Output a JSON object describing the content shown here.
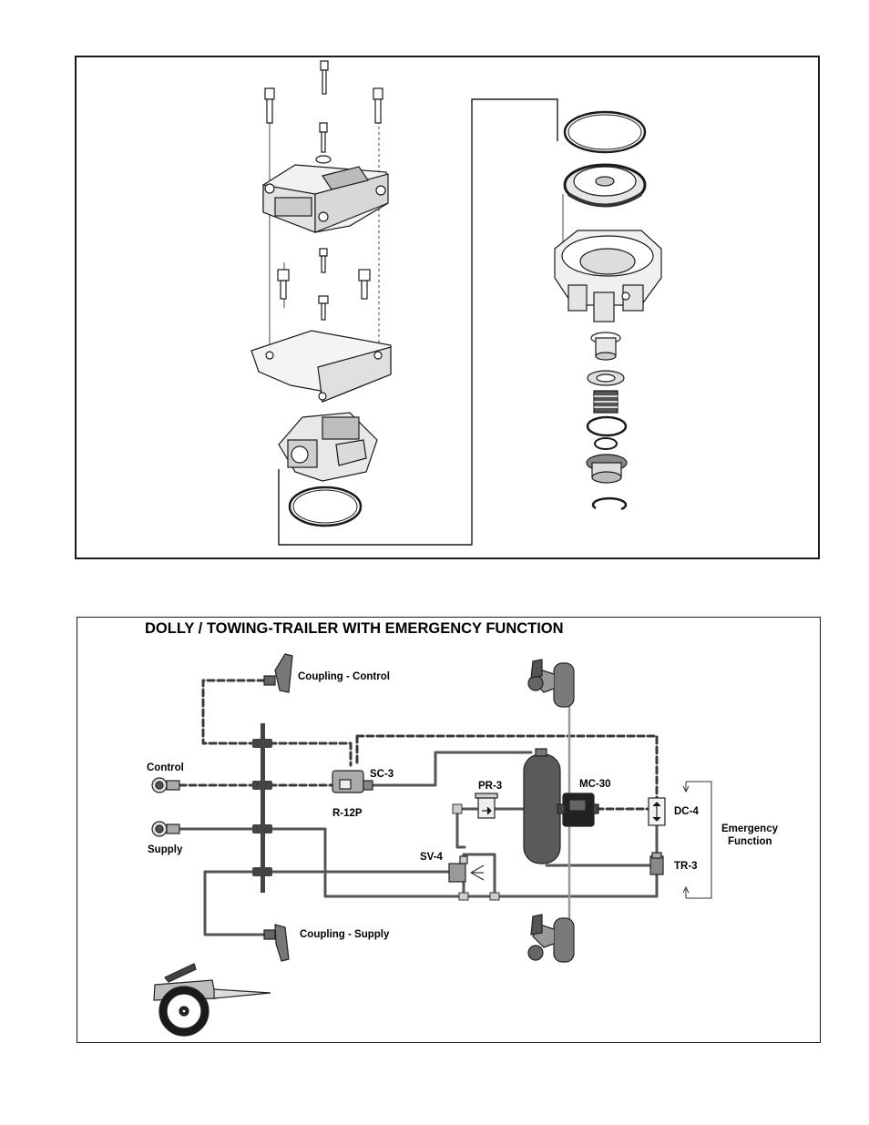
{
  "diagram_title": "DOLLY / TOWING-TRAILER WITH EMERGENCY FUNCTION",
  "labels": {
    "coupling_control": "Coupling - Control",
    "coupling_supply": "Coupling - Supply",
    "control": "Control",
    "supply": "Supply",
    "sc3": "SC-3",
    "r12p": "R-12P",
    "pr3": "PR-3",
    "mc30": "MC-30",
    "dc4": "DC-4",
    "tr3": "TR-3",
    "sv4": "SV-4",
    "emergency_line1": "Emergency",
    "emergency_line2": "Function"
  },
  "colors": {
    "line": "#555555",
    "line_dark": "#3a3a3a",
    "tank": "#5a5a5a",
    "frame": "#1a1a1a"
  }
}
